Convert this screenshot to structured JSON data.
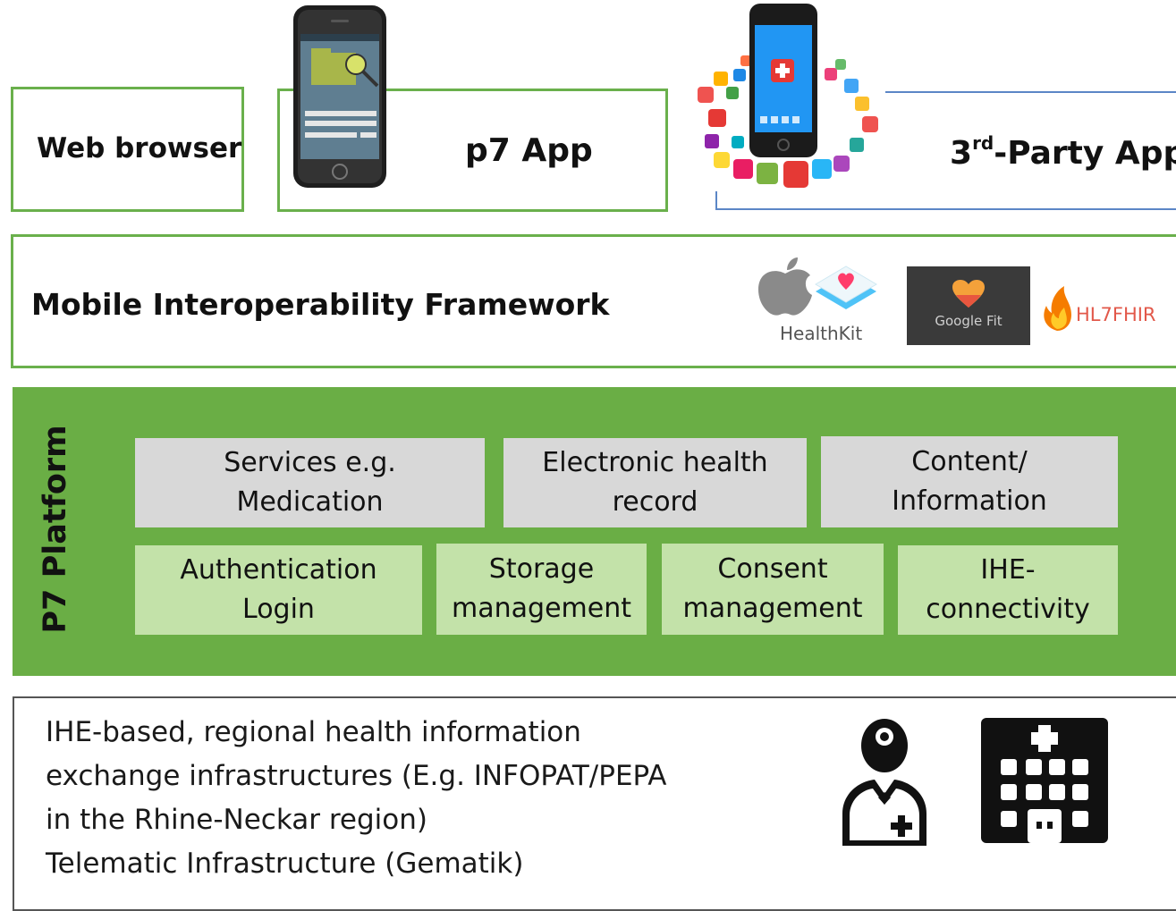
{
  "top": {
    "web_browser": "Web browser",
    "p7_app": "p7 App",
    "third_party": {
      "sup": "rd",
      "base": "3",
      "rest": "-Party Apps"
    }
  },
  "framework": {
    "title": "Mobile Interoperability Framework",
    "logos": {
      "healthkit": "HealthKit",
      "google_fit": "Google Fit",
      "hl7": "HL7",
      "fhir": "FHIR"
    }
  },
  "platform": {
    "label": "P7 Platform",
    "row1": [
      "Services e.g.\nMedication",
      "Electronic health\nrecord",
      "Content/\nInformation"
    ],
    "row2": [
      "Authentication\nLogin",
      "Storage\nmanagement",
      "Consent\nmanagement",
      "IHE-\nconnectivity"
    ]
  },
  "infra": {
    "lines": [
      "IHE-based, regional health information",
      "exchange infrastructures (E.g. INFOPAT/PEPA",
      "in the Rhine-Neckar region)",
      "Telematic Infrastructure (Gematik)"
    ]
  },
  "colors": {
    "green_border": "#6ab04c",
    "platform_bg": "#6aae45",
    "grey_tile": "#d8d8d8",
    "light_green_tile": "#c3e2a9",
    "blue_line": "#5b86c6"
  }
}
